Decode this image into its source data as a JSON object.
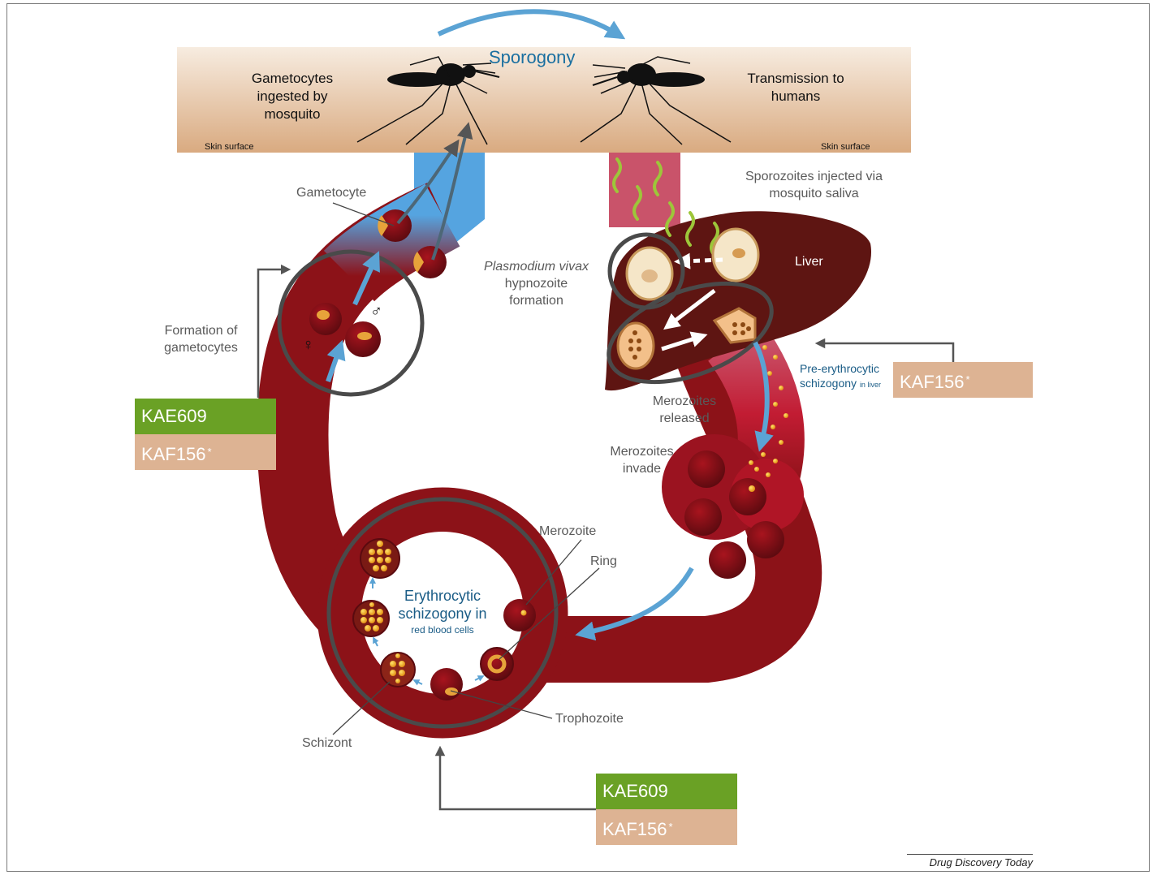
{
  "header": {
    "sporogony": "Sporogony",
    "ingested_lines": [
      "Gametocytes",
      "ingested by",
      "mosquito"
    ],
    "transmission_lines": [
      "Transmission to",
      "humans"
    ],
    "skin_left": "Skin surface",
    "skin_right": "Skin surface"
  },
  "labels": {
    "gametocyte": "Gametocyte",
    "sporozoites_lines": [
      "Sporozoites injected via",
      "mosquito saliva"
    ],
    "liver": "Liver",
    "plasmodium": "Plasmodium vivax",
    "hypnozoite_lines": [
      "hypnozoite",
      "formation"
    ],
    "formation_lines": [
      "Formation of",
      "gametocytes"
    ],
    "pre_ery_line1": "Pre-erythrocytic",
    "pre_ery_line2": "schizogony",
    "pre_ery_small": "in liver",
    "merozoites_released_lines": [
      "Merozoites",
      "released"
    ],
    "merozoites_invade_lines": [
      "Merozoites",
      "invade"
    ],
    "merozoite": "Merozoite",
    "ring": "Ring",
    "trophozoite": "Trophozoite",
    "schizont": "Schizont",
    "erythrocytic_lines": [
      "Erythrocytic",
      "schizogony in"
    ],
    "red_blood_cells": "red blood cells",
    "female_symbol": "♀",
    "male_symbol": "♂"
  },
  "drugs": {
    "left_green": "KAE609",
    "left_tan": "KAF156",
    "right_tan": "KAF156",
    "bottom_green": "KAE609",
    "bottom_tan": "KAF156",
    "asterisk": "*"
  },
  "footer": {
    "journal": "Drug Discovery Today"
  },
  "colors": {
    "blood": "#8c1218",
    "blood_dark": "#6e0d12",
    "skin": "#e6c19c",
    "blue_arrow": "#5ba3d4",
    "blue_vessel": "#55a4e0",
    "pink_vessel": "#c9536a",
    "liver": "#5e1512",
    "green_drug": "#6aa125",
    "tan_drug": "#ddb393",
    "grey_ring": "#4a4a4a"
  }
}
